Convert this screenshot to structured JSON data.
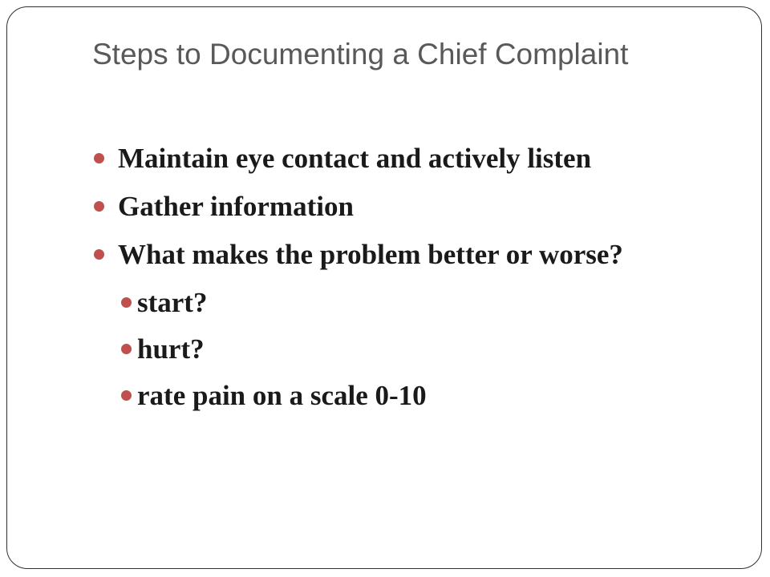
{
  "slide": {
    "title": "Steps to Documenting a Chief Complaint",
    "accent_color": "#c0504d",
    "title_color": "#595959",
    "bullet_icon": "bullet-dot-icon",
    "bullets": [
      {
        "text": "Maintain eye contact and actively listen",
        "level": 1
      },
      {
        "text": "Gather information",
        "level": 1
      },
      {
        "text": "What makes the problem better or worse?",
        "level": 1
      },
      {
        "text": "start?",
        "level": 2
      },
      {
        "text": "hurt?",
        "level": 2
      },
      {
        "text": "rate pain on a scale 0-10",
        "level": 2
      }
    ]
  }
}
